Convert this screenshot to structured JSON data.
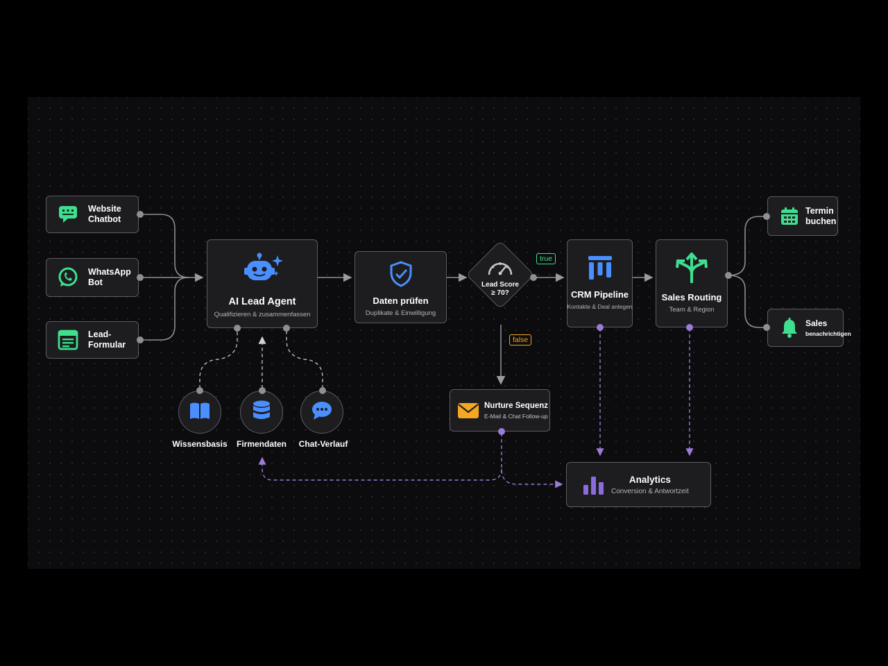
{
  "sources": [
    {
      "label": "Website\nChatbot",
      "icon": "chat-bubble-icon"
    },
    {
      "label": "WhatsApp\nBot",
      "icon": "whatsapp-icon"
    },
    {
      "label": "Lead-\nFormular",
      "icon": "form-icon"
    }
  ],
  "agent": {
    "title": "AI Lead Agent",
    "subtitle": "Qualifizieren & zusammenfassen",
    "icon": "robot-icon"
  },
  "check": {
    "title": "Daten prüfen",
    "subtitle": "Duplikate & Einwilligung",
    "icon": "shield-check-icon"
  },
  "decision": {
    "label": "Lead Score\n≥ 70?",
    "icon": "gauge-icon",
    "true_label": "true",
    "false_label": "false"
  },
  "crm": {
    "title": "CRM Pipeline",
    "subtitle": "Kontakte & Deal anlegen",
    "icon": "pipeline-icon"
  },
  "routing": {
    "title": "Sales Routing",
    "subtitle": "Team & Region",
    "icon": "split-arrows-icon"
  },
  "outputs": [
    {
      "label": "Termin\nbuchen",
      "icon": "calendar-icon"
    },
    {
      "label": "Sales",
      "sublabel": "benachrichtigen",
      "icon": "bell-icon"
    }
  ],
  "nurture": {
    "title": "Nurture Sequenz",
    "subtitle": "E-Mail & Chat Follow-up",
    "icon": "mail-icon"
  },
  "analytics": {
    "title": "Analytics",
    "subtitle": "Conversion & Antwortzeit",
    "icon": "bar-chart-icon"
  },
  "resources": [
    {
      "label": "Wissensbasis",
      "icon": "book-icon"
    },
    {
      "label": "Firmendaten",
      "icon": "database-icon"
    },
    {
      "label": "Chat-Verlauf",
      "icon": "chat-icon"
    }
  ],
  "colors": {
    "accent_green": "#3ee08f",
    "accent_blue": "#4a8fff",
    "accent_orange": "#f5a623",
    "accent_purple": "#8e6bdc",
    "dashed_line": "#9a7bd6"
  }
}
